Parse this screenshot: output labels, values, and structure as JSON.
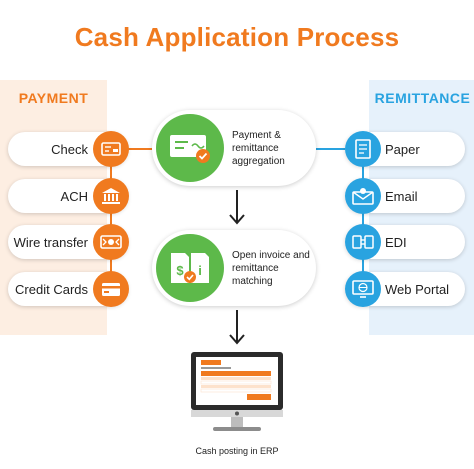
{
  "title": "Cash Application Process",
  "payment": {
    "heading": "PAYMENT",
    "items": [
      {
        "label": "Check",
        "icon": "check-icon"
      },
      {
        "label": "ACH",
        "icon": "bank-icon"
      },
      {
        "label": "Wire transfer",
        "icon": "wire-transfer-icon"
      },
      {
        "label": "Credit Cards",
        "icon": "credit-card-icon"
      }
    ]
  },
  "remittance": {
    "heading": "REMITTANCE",
    "items": [
      {
        "label": "Paper",
        "icon": "paper-icon"
      },
      {
        "label": "Email",
        "icon": "email-icon"
      },
      {
        "label": "EDI",
        "icon": "edi-icon"
      },
      {
        "label": "Web Portal",
        "icon": "web-portal-icon"
      }
    ]
  },
  "steps": [
    {
      "label": "Payment & remittance aggregation",
      "icon": "cheque-aggregation-icon"
    },
    {
      "label": "Open invoice and remittance matching",
      "icon": "invoice-matching-icon"
    }
  ],
  "erp": {
    "caption": "Cash posting in ERP",
    "icon": "monitor-invoice-icon"
  },
  "colors": {
    "accent_orange": "#f07a1f",
    "accent_blue": "#29a3e0",
    "accent_green": "#5db94a",
    "panel_orange": "#fdeee2",
    "panel_blue": "#e6f1fb"
  }
}
